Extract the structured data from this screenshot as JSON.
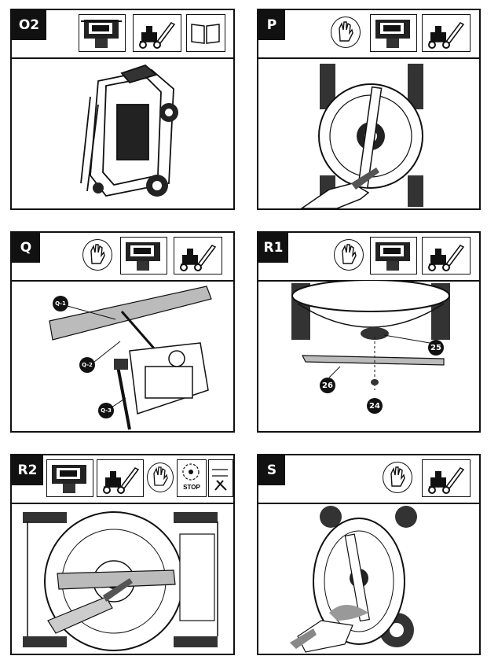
{
  "panels": {
    "o2": {
      "label": "O2"
    },
    "p": {
      "label": "P"
    },
    "q": {
      "label": "Q",
      "callouts": [
        "Q-1",
        "Q-2",
        "Q-3"
      ]
    },
    "r1": {
      "label": "R1",
      "callouts": [
        "25",
        "26",
        "24"
      ]
    },
    "r2": {
      "label": "R2",
      "stop_label": "STOP"
    },
    "s": {
      "label": "S"
    }
  },
  "icons": [
    "engine-icon",
    "mower-icon",
    "manual-icon",
    "gloves-icon",
    "stop-blade-icon",
    "tools-icon"
  ]
}
